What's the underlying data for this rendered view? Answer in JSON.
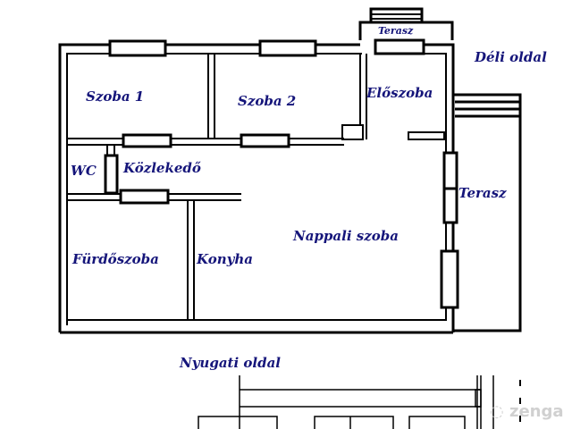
{
  "plan": {
    "compass": {
      "south": "Déli oldal",
      "west": "Nyugati oldal"
    },
    "rooms": [
      {
        "id": "szoba1",
        "label": "Szoba 1"
      },
      {
        "id": "szoba2",
        "label": "Szoba  2"
      },
      {
        "id": "eloszoba",
        "label": "Előszoba"
      },
      {
        "id": "wc",
        "label": "WC"
      },
      {
        "id": "kozlekedo",
        "label": "Közlekedő"
      },
      {
        "id": "furdoszoba",
        "label": "Fürdőszoba"
      },
      {
        "id": "konyha",
        "label": "Konyha"
      },
      {
        "id": "nappali",
        "label": "Nappali szoba"
      },
      {
        "id": "terasz_top",
        "label": "Terasz"
      },
      {
        "id": "terasz_right",
        "label": "Terasz"
      }
    ],
    "label_color": "#15157a",
    "line_color": "#000000"
  },
  "watermark": {
    "text": "zenga"
  }
}
